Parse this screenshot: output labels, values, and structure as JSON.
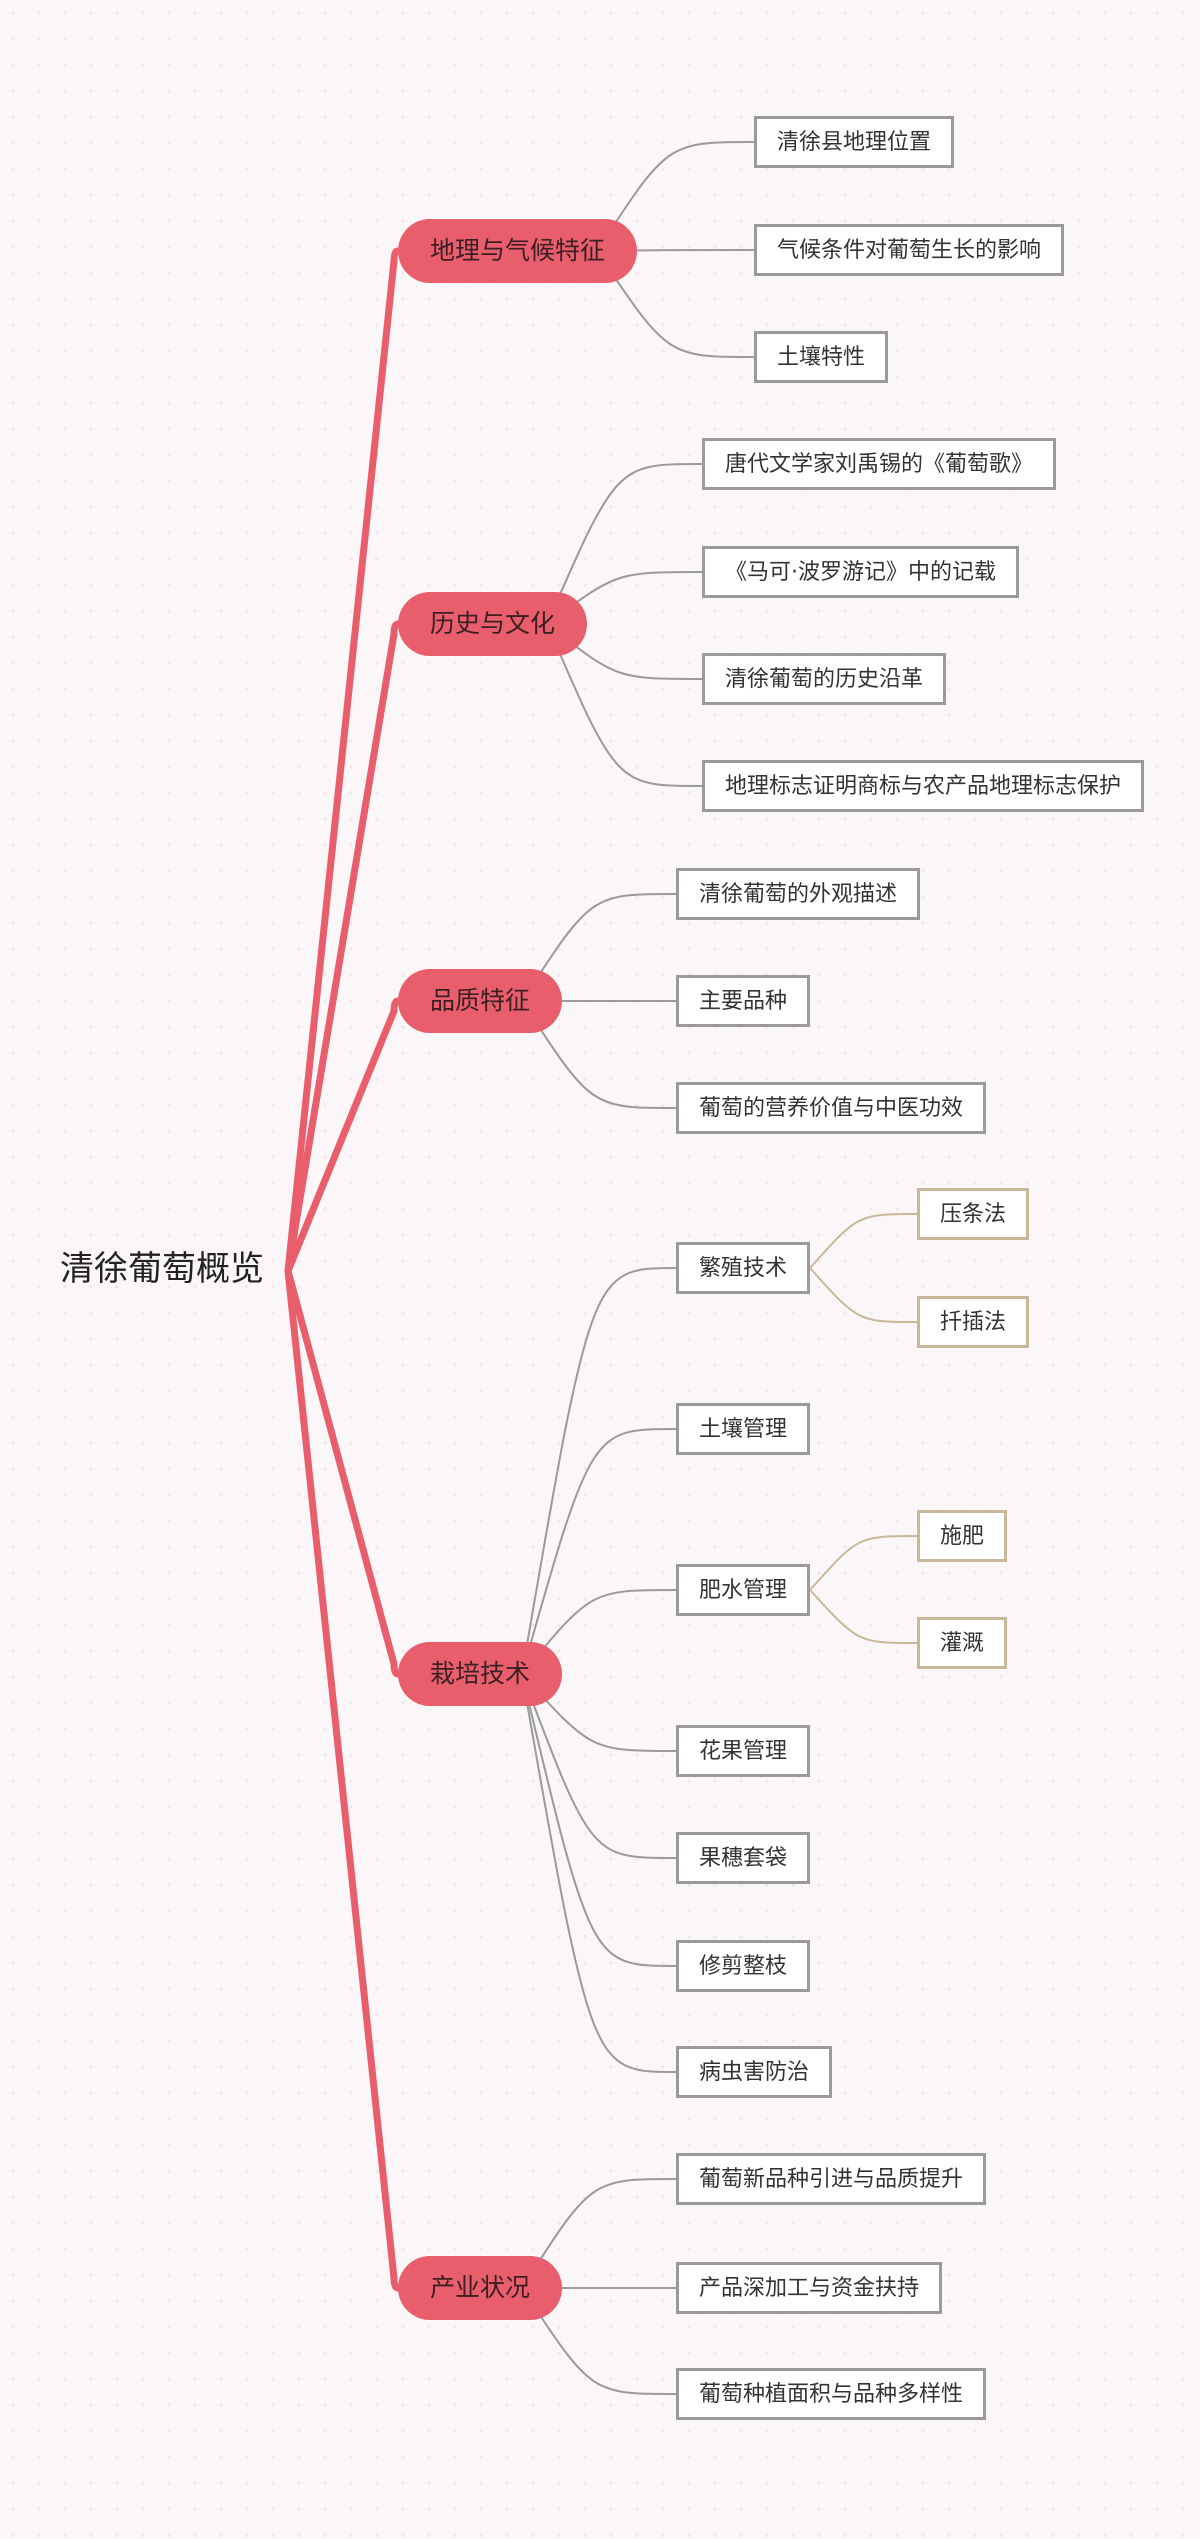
{
  "root": "清徐葡萄概览",
  "branches": [
    {
      "label": "地理与气候特征",
      "children": [
        {
          "label": "清徐县地理位置"
        },
        {
          "label": "气候条件对葡萄生长的影响"
        },
        {
          "label": "土壤特性"
        }
      ]
    },
    {
      "label": "历史与文化",
      "children": [
        {
          "label": "唐代文学家刘禹锡的《葡萄歌》"
        },
        {
          "label": "《马可·波罗游记》中的记载"
        },
        {
          "label": "清徐葡萄的历史沿革"
        },
        {
          "label": "地理标志证明商标与农产品地理标志保护"
        }
      ]
    },
    {
      "label": "品质特征",
      "children": [
        {
          "label": "清徐葡萄的外观描述"
        },
        {
          "label": "主要品种"
        },
        {
          "label": "葡萄的营养价值与中医功效"
        }
      ]
    },
    {
      "label": "栽培技术",
      "children": [
        {
          "label": "繁殖技术",
          "children": [
            {
              "label": "压条法"
            },
            {
              "label": "扦插法"
            }
          ]
        },
        {
          "label": "土壤管理"
        },
        {
          "label": "肥水管理",
          "children": [
            {
              "label": "施肥"
            },
            {
              "label": "灌溉"
            }
          ]
        },
        {
          "label": "花果管理"
        },
        {
          "label": "果穗套袋"
        },
        {
          "label": "修剪整枝"
        },
        {
          "label": "病虫害防治"
        }
      ]
    },
    {
      "label": "产业状况",
      "children": [
        {
          "label": "葡萄新品种引进与品质提升"
        },
        {
          "label": "产品深加工与资金扶持"
        },
        {
          "label": "葡萄种植面积与品种多样性"
        }
      ]
    }
  ],
  "colors": {
    "main_branch": "#e85e6d",
    "sub_connector": "#9a9a9a",
    "leaf_connector": "#c9b79a"
  }
}
